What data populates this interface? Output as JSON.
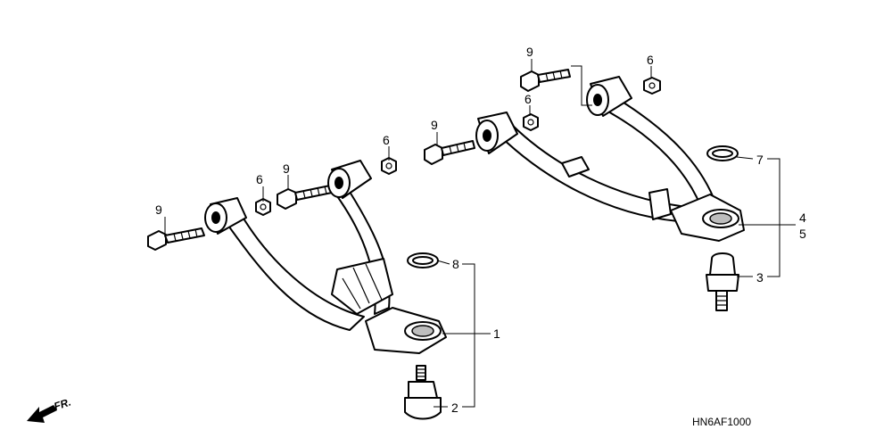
{
  "callouts": {
    "left_bolt_a": "9",
    "left_bolt_b": "9",
    "left_nut_a": "6",
    "left_nut_b": "6",
    "left_snap_ring": "8",
    "left_arm": "1",
    "left_ball_joint": "2",
    "right_bolt_a": "9",
    "right_bolt_b": "9",
    "right_nut_a": "6",
    "right_nut_b": "6",
    "right_snap_ring": "7",
    "right_arm_a": "4",
    "right_arm_b": "5",
    "right_ball_joint": "3"
  },
  "direction_label": "FR.",
  "diagram_code": "HN6AF1000"
}
